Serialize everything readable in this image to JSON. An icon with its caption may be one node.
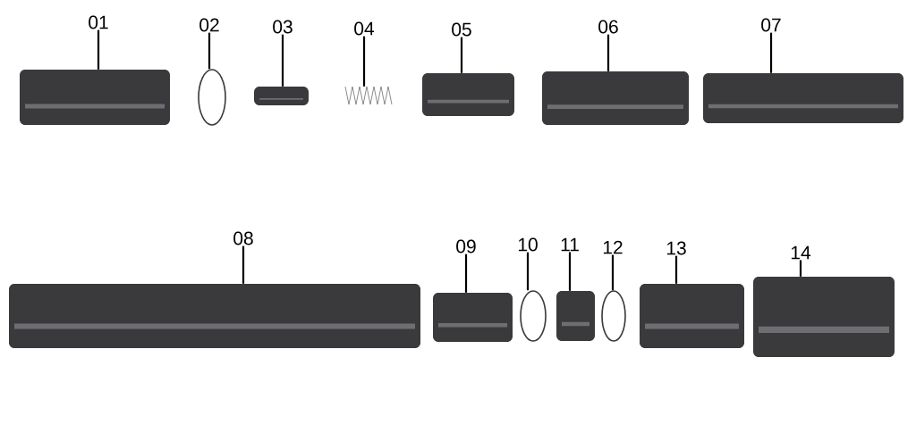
{
  "diagram": {
    "nodes": [
      {
        "text": [
          "01"
        ]
      },
      {
        "text": [
          "02"
        ]
      },
      {
        "text": [
          "03"
        ]
      },
      {
        "text": [
          "04"
        ]
      },
      {
        "text": [
          "05"
        ]
      },
      {
        "text": [
          "06"
        ]
      },
      {
        "text": [
          "07"
        ]
      },
      {
        "text": [
          "08"
        ]
      },
      {
        "text": [
          "09"
        ]
      },
      {
        "text": [
          "10"
        ]
      },
      {
        "text": [
          "11"
        ]
      },
      {
        "text": [
          "12"
        ]
      },
      {
        "text": [
          "13"
        ]
      },
      {
        "text": [
          "14"
        ]
      },
      {
        "text": [],
        "shape": "picture"
      },
      {
        "text": [],
        "shape": "circle"
      },
      {
        "text": [],
        "shape": "picture"
      },
      {
        "text": [],
        "shape": "picture"
      },
      {
        "text": [],
        "shape": "picture"
      },
      {
        "text": [],
        "shape": "picture"
      },
      {
        "text": [],
        "shape": "picture"
      },
      {
        "text": [],
        "shape": "picture"
      },
      {
        "text": [],
        "shape": "picture"
      },
      {
        "text": [],
        "shape": "circle"
      },
      {
        "text": [],
        "shape": "picture"
      },
      {
        "text": [],
        "shape": "circle"
      },
      {
        "text": [],
        "shape": "picture"
      },
      {
        "text": [],
        "shape": "picture"
      }
    ],
    "edges": [
      {
        "from": 0,
        "to": 14,
        "arrow": "none"
      },
      {
        "from": 1,
        "to": 15,
        "arrow": "none"
      },
      {
        "from": 2,
        "to": 16,
        "arrow": "none"
      },
      {
        "from": 3,
        "to": 17,
        "arrow": "none"
      },
      {
        "from": 4,
        "to": 18,
        "arrow": "none"
      },
      {
        "from": 5,
        "to": 19,
        "arrow": "none"
      },
      {
        "from": 6,
        "to": 20,
        "arrow": "none"
      },
      {
        "from": 7,
        "to": 21,
        "arrow": "none"
      },
      {
        "from": 8,
        "to": 22,
        "arrow": "none"
      },
      {
        "from": 9,
        "to": 23,
        "arrow": "none"
      },
      {
        "from": 10,
        "to": 24,
        "arrow": "none"
      },
      {
        "from": 11,
        "to": 25,
        "arrow": "none"
      },
      {
        "from": 12,
        "to": 26,
        "arrow": "none"
      },
      {
        "from": 13,
        "to": 27,
        "arrow": "none"
      }
    ]
  }
}
